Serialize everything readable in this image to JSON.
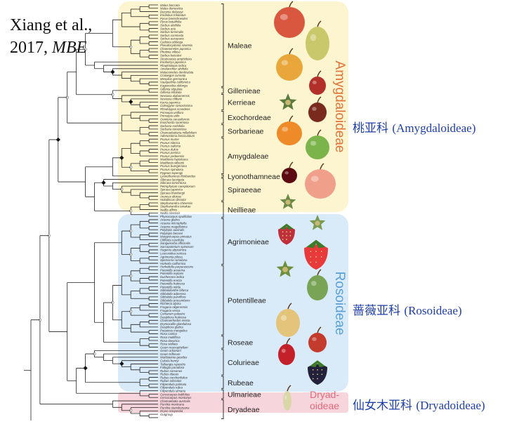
{
  "citation": {
    "authors": "Xiang et al.,",
    "year": "2017,",
    "journal": "MBE"
  },
  "colors": {
    "amygdaloideae_bg": "#fdf5cf",
    "amygdaloideae_text": "#e2733a",
    "rosoideae_bg": "#d9eaf8",
    "rosoideae_text": "#5aa0d8",
    "dryadoideae_bg": "#f7d5dd",
    "dryadoideae_text": "#e06a7a",
    "chinese_label": "#1e3ea8",
    "tree_line": "#222222"
  },
  "subfamilies": [
    {
      "name": "Amygdaloideae",
      "zh": "桃亚科",
      "latin": "(Amygdaloideae)"
    },
    {
      "name": "Rosoideae",
      "zh": "蔷薇亚科",
      "latin": "(Rosoideae)"
    },
    {
      "name": "Dryadoideae",
      "name_top": "Dryad-",
      "name_bottom": "oideae",
      "zh": "仙女木亚科",
      "latin": "(Dryadoideae)"
    }
  ],
  "tribes": [
    "Maleae",
    "Gillenieae",
    "Kerrieae",
    "Exochordeae",
    "Sorbarieae",
    "Amygdaleae",
    "Lyonothamneae",
    "Spiraeeae",
    "Neillieae",
    "Agrimonieae",
    "Potentilleae",
    "Roseae",
    "Colurieae",
    "Rubeae",
    "Ulmarieae",
    "Dryadeae"
  ],
  "taxa": [
    "Malus baccata",
    "Malus domestica",
    "Docynia delavayi",
    "Eriolobus trilobatus",
    "Pyrus bretschneideri",
    "Pyrus betulifolia",
    "Sorbus alnifolia",
    "Sorbus aria",
    "Sorbus torminalis",
    "Sorbus commixta",
    "Sorbus aucuparia",
    "Cydonia oblonga",
    "Pseudocydonia sinensis",
    "Chaenomeles japonica",
    "Photinia villosa",
    "Sorbus keissleri",
    "Stranvaesia amphidoxa",
    "Eriobotrya japonica",
    "Rhaphiolepis indica",
    "Amelanchier alnifolia",
    "Malacomeles denticulata",
    "Crataegus cuneata",
    "Mespilus germanica",
    "Vauquelinia californica",
    "Kageneckia oblonga",
    "Gillenia stipulata",
    "Gillenia trifoliata",
    "Neviusia alabamensis",
    "Neviusia cliftonii",
    "Kerria japonica",
    "Coleogyne ramosissima",
    "Rhodotypos scandens",
    "Prinsepia uniflora",
    "Prinsepia utilis",
    "Oemleria cerasiformis",
    "Exochorda racemosa",
    "Sorbaria sorbifolia",
    "Sorbaria tomentosa",
    "Chamaebatiaria millefolium",
    "Adenostoma fasciculatum",
    "Prunus mume",
    "Prunus sibirica",
    "Prunus salicina",
    "Prunus dulcis",
    "Prunus persica",
    "Prunus yedoensis",
    "Maddenia hypoleuca",
    "Maddenia wilsonii",
    "Prunus buergeriana",
    "Prunus spinulosa",
    "Pygeum topengii",
    "Lyonothamnus floribundus",
    "Sibiraea laevigata",
    "Sibiraea tomentosa",
    "Petrophytum caespitosum",
    "Spiraea japonica",
    "Spiraea thunbergii",
    "Aruncus dioicus",
    "Holodiscus discolor",
    "Stephanandra chinensis",
    "Stephanandra tanakae",
    "Neillia affinis",
    "Neillia sinensis",
    "Physocarpus opulifolius",
    "Acaena glabra",
    "Acaena microphylla",
    "Acaena magellanica",
    "Polylepis australis",
    "Polylepis besseri",
    "Margyricarpus pinnatus",
    "Cliffortia ruscifolia",
    "Sanguisorba officinalis",
    "Sarcopoterium spinosum",
    "Hagenia abyssinica",
    "Leucosidea sericea",
    "Agrimonia pilosa",
    "Spenceria ramalana",
    "Horkelia californica",
    "Horkeliella purpurascens",
    "Potentilla anserina",
    "Potentilla reptans",
    "Duchesnea indica",
    "Potentilla erecta",
    "Potentilla fruticosa",
    "Potentilla nitida",
    "Sibbaldianthe bifurca",
    "Sibbaldia adpressa",
    "Sibbaldia parviflora",
    "Sibbaldia procumbens",
    "Richteria alpina",
    "Fragaria nilgerrensis",
    "Fragaria vesca",
    "Comarum palustre",
    "Dasiphora fruticosa",
    "Chamaerhodos erecta",
    "Drymocallis glandulosa",
    "Dasiphora glabra",
    "Potaninia mongolica",
    "Rosa canina",
    "Rosa multiflora",
    "Rosa davurica",
    "Rosa stellata",
    "Geum macrophyllum",
    "Geum urbanum",
    "Geum triflorum",
    "Waldsteinia geoides",
    "Colurla henryi",
    "Taihangia rupestris",
    "Fallugia paradoxa",
    "Rubus coreanus",
    "Rubus idaeus",
    "Rubus corchorifolius",
    "Rubus odoratus",
    "Filipendula palmata",
    "Filipendula rubra",
    "Filipendula ulmaria",
    "Cercocarpus ledifolius",
    "Cercocarpus montanus",
    "Chamaebatia australis",
    "Purshia mexicana",
    "Purshia stansburyana",
    "Dryas octopetala",
    "Outgroup"
  ]
}
